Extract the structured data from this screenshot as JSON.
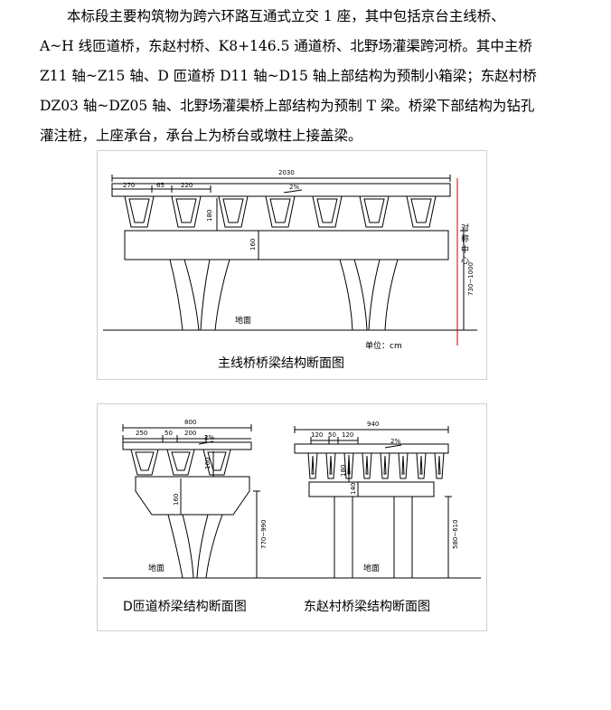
{
  "paragraph": {
    "lines": [
      "本标段主要构筑物为跨六环路互通式立交 1 座，其中包括京台主线桥、",
      "A~H 线匝道桥，东赵村桥、K8+146.5 通道桥、北野场灌渠跨河桥。其中主桥",
      "Z11 轴~Z15 轴、D 匝道桥 D11 轴~D15 轴上部结构为预制小箱梁；东赵村桥",
      "DZ03 轴~DZ05 轴、北野场灌渠桥上部结构为预制 T 梁。桥梁下部结构为钻孔",
      "灌注桩，上座承台，承台上为桥台或墩柱上接盖梁。"
    ]
  },
  "figure_main": {
    "caption": "主线桥桥梁结构断面图",
    "total_width": "2030",
    "seg_a": "270",
    "seg_b": "65",
    "seg_c": "220",
    "girder_height": "180",
    "cap_height": "160",
    "pier_height": "730~1000",
    "slope": "2%",
    "ground": "地面",
    "unit": "单位：cm",
    "symmetry": [
      "对",
      "称",
      "中",
      "心"
    ]
  },
  "figure_d": {
    "caption": "D匝道桥梁结构断面图",
    "total_width": "800",
    "seg_a": "250",
    "seg_b": "50",
    "seg_c": "200",
    "girder_height": "160",
    "cap_height": "160",
    "pier_height": "770~990",
    "slope": "2%",
    "ground": "地面"
  },
  "figure_dz": {
    "caption": "东赵村桥梁结构断面图",
    "total_width": "940",
    "seg_a": "120",
    "seg_b": "50",
    "seg_c": "120",
    "girder_height": "180",
    "cap_height": "140",
    "pier_height": "580~610",
    "slope": "2%",
    "ground": "地面"
  }
}
